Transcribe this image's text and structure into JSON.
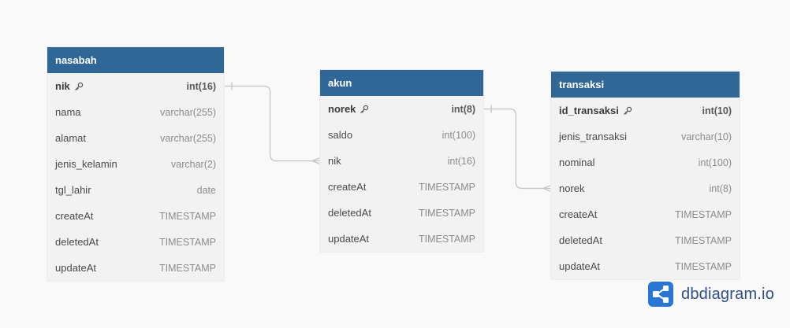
{
  "tables": [
    {
      "name": "nasabah",
      "fields": [
        {
          "name": "nik",
          "type": "int(16)",
          "pk": true
        },
        {
          "name": "nama",
          "type": "varchar(255)",
          "pk": false
        },
        {
          "name": "alamat",
          "type": "varchar(255)",
          "pk": false
        },
        {
          "name": "jenis_kelamin",
          "type": "varchar(2)",
          "pk": false
        },
        {
          "name": "tgl_lahir",
          "type": "date",
          "pk": false
        },
        {
          "name": "createAt",
          "type": "TIMESTAMP",
          "pk": false
        },
        {
          "name": "deletedAt",
          "type": "TIMESTAMP",
          "pk": false
        },
        {
          "name": "updateAt",
          "type": "TIMESTAMP",
          "pk": false
        }
      ]
    },
    {
      "name": "akun",
      "fields": [
        {
          "name": "norek",
          "type": "int(8)",
          "pk": true
        },
        {
          "name": "saldo",
          "type": "int(100)",
          "pk": false
        },
        {
          "name": "nik",
          "type": "int(16)",
          "pk": false
        },
        {
          "name": "createAt",
          "type": "TIMESTAMP",
          "pk": false
        },
        {
          "name": "deletedAt",
          "type": "TIMESTAMP",
          "pk": false
        },
        {
          "name": "updateAt",
          "type": "TIMESTAMP",
          "pk": false
        }
      ]
    },
    {
      "name": "transaksi",
      "fields": [
        {
          "name": "id_transaksi",
          "type": "int(10)",
          "pk": true
        },
        {
          "name": "jenis_transaksi",
          "type": "varchar(10)",
          "pk": false
        },
        {
          "name": "nominal",
          "type": "int(100)",
          "pk": false
        },
        {
          "name": "norek",
          "type": "int(8)",
          "pk": false
        },
        {
          "name": "createAt",
          "type": "TIMESTAMP",
          "pk": false
        },
        {
          "name": "deletedAt",
          "type": "TIMESTAMP",
          "pk": false
        },
        {
          "name": "updateAt",
          "type": "TIMESTAMP",
          "pk": false
        }
      ]
    }
  ],
  "relations": [
    {
      "from_table": "nasabah",
      "from_field": "nik",
      "to_table": "akun",
      "to_field": "nik",
      "from_end": "one",
      "to_end": "many"
    },
    {
      "from_table": "akun",
      "from_field": "norek",
      "to_table": "transaksi",
      "to_field": "norek",
      "from_end": "one",
      "to_end": "many"
    }
  ],
  "brand": {
    "text": "dbdiagram.io",
    "icon": "dbdiagram-logo-icon"
  },
  "colors": {
    "header": "#306796",
    "connector": "#c4c4c4",
    "brand": "#2d4f86"
  }
}
